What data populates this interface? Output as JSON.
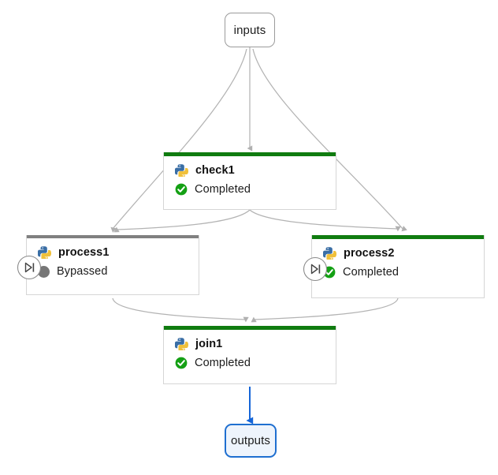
{
  "graph": {
    "title": "pipeline-run-graph",
    "colors": {
      "completed": "#107c10",
      "bypassed": "#767676",
      "selected_border": "#1f6fd0",
      "selected_fill": "#eef4fc",
      "edge": "#b3b3b3",
      "edge_selected": "#1565d8",
      "node_border": "#d6d6d6",
      "python_blue": "#3a6ea5",
      "python_yellow": "#f0c03a"
    },
    "terminals": [
      {
        "id": "inputs",
        "label": "inputs",
        "selected": false
      },
      {
        "id": "outputs",
        "label": "outputs",
        "selected": true
      }
    ],
    "nodes": [
      {
        "id": "check1",
        "title": "check1",
        "status": "Completed",
        "state": "completed",
        "icon": "python-icon",
        "status_icon": "check-circle-icon",
        "has_run_handle": false
      },
      {
        "id": "process1",
        "title": "process1",
        "status": "Bypassed",
        "state": "bypassed",
        "icon": "python-icon",
        "status_icon": "gray-dot-icon",
        "has_run_handle": true
      },
      {
        "id": "process2",
        "title": "process2",
        "status": "Completed",
        "state": "completed",
        "icon": "python-icon",
        "status_icon": "check-circle-icon",
        "has_run_handle": true
      },
      {
        "id": "join1",
        "title": "join1",
        "status": "Completed",
        "state": "completed",
        "icon": "python-icon",
        "status_icon": "check-circle-icon",
        "has_run_handle": false
      }
    ],
    "edges": [
      {
        "from": "inputs",
        "to": "check1",
        "highlighted": false
      },
      {
        "from": "inputs",
        "to": "process1",
        "highlighted": false
      },
      {
        "from": "inputs",
        "to": "process2",
        "highlighted": false
      },
      {
        "from": "check1",
        "to": "process1",
        "highlighted": false
      },
      {
        "from": "check1",
        "to": "process2",
        "highlighted": false
      },
      {
        "from": "process1",
        "to": "join1",
        "highlighted": false
      },
      {
        "from": "process2",
        "to": "join1",
        "highlighted": false
      },
      {
        "from": "join1",
        "to": "outputs",
        "highlighted": true
      }
    ]
  }
}
